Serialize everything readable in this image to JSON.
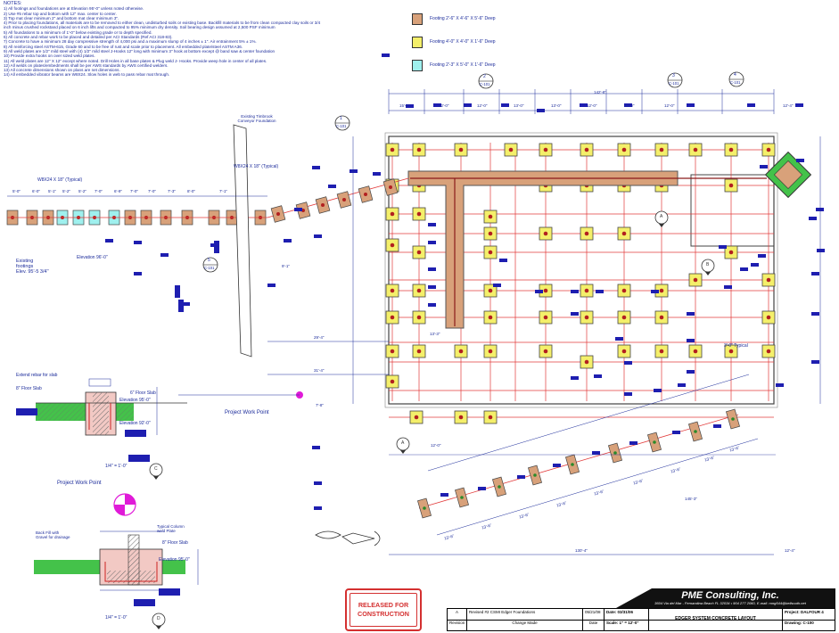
{
  "notes": {
    "title": "NOTES:",
    "lines": [
      "1)  All footings and foundations are at Elevation 95'-0\" unless noted otherwise.",
      "2)  Use #5 rebar top and bottom with 12\" max. center to center.",
      "3)  Top mat clear minimum 2\" and bottom mat clear minimum 3\".",
      "4)  Prior to placing foundations, all materials are to be removed to either clean, undisturbed soils or existing base. Backfill materials to be from clean compacted clay soils or 3/4",
      "     inch minus crushed rockstand placed on 6 inch lifts and compacted to 95% minimum dry density.  Soil bearing design assumed at 2,500 PSF minimum",
      "5)  All foundations to a minimum of 1'-0\" below existing grade or to depth specified.",
      "6)  All concrete and rebar work to be placed and detailed per ACI Standards (Ref ACI 318-83).",
      "7)  Concrete to have a minimum 28 day compressive strength of 4,000 psi and a maximum slump of 4 inches ± 1\".  Air entrainment 5% ± 1%.",
      "8)  All reinforcing steel ASTM-615, Grade 60 and to be free of rust and scale prior to placement. All embedded plate/steel ASTM A36.",
      "9)  All weld plates are 1/2\" mild steel with (4) 1/2\" mild steel J-Hooks 12\" long with minimum 3\" hook at bottom except @ band saw & center foundation",
      "10)  Provide extra hooks on over sized weld plates.",
      "11)  All weld plates are 12\" X 12\" except where noted.  Drill Holes in all base plates & Plug weld J- Hooks.  Provide weep hole in center of all plates.",
      "12)  All welds on plates/embedments shall be per AWS standards by AWS certified welders.",
      "13)  All concrete dimensions shown on plans are net dimensions.",
      "14)  All embedded vibrator beams are W8X24.  Slow holes in web to pass rebar mat through."
    ]
  },
  "legend": [
    {
      "label": "Footing 2'-6\" X 4'-6\" X 5'-6\" Deep",
      "color": "#d8a17a"
    },
    {
      "label": "Footing 4'-0\" X 4'-0\" X 1'-6\" Deep",
      "color": "#f4ef6a"
    },
    {
      "label": "Footing 2'-3\" X 5'-0\" X 1'-6\" Deep",
      "color": "#9ff0ee"
    }
  ],
  "labels": {
    "existing_conveyor": "Existing Timbrook\nConveyor Foundation",
    "w8x24_typ_left": "W8X24 X 18\" (Typical)",
    "w8x24_typ_mid": "W8X24 X 18\" (Typical)",
    "existing_footings": "Existing\nfootings\nElev. 95'-5 3/4\"",
    "elevation_96": "Elevation 96'-0\"",
    "project_work_point": "Project Work Point",
    "project_work_point_2": "Project Work Point",
    "extend_rebar": "Extend rebar for slab",
    "floor_slab_8_left": "8\" Floor Slab",
    "floor_slab_6": "6\" Floor Slab",
    "elevation_95_a": "Elevation 95'-0\"",
    "elevation_92": "Elevation 92'-0\"",
    "backfill": "Back Fill with\nGravel for drainage",
    "typical_column": "Typical Column\nweld Plate",
    "floor_slab_8_bot": "8\" Floor Slab",
    "elevation_95_b": "Elevation 95'-0\"",
    "scale_a": "1/4\" = 1'-0\"",
    "scale_b": "1/4\" = 1'-0\"",
    "typical_3_0": "3'-0\" Typical",
    "overall_top": "142'-8\"",
    "overall_bottom": "130'-4\"",
    "dim_145": "145'-3\"",
    "dim_29_4": "29'-4\"",
    "dim_31_4": "31'-4\"",
    "dim_13_3": "13'-3\"",
    "dim_9_1": "9'-1\"",
    "dim_12_0_a": "12'-0\"",
    "dim_12_4": "12'-4\"",
    "dim_7_8": "7'-8\""
  },
  "dims_top": [
    "15'-0\"",
    "12'-0\"",
    "12'-0\"",
    "13'-0\"",
    "13'-0\"",
    "12'-0\"",
    "13'-0\"",
    "12'-0\"",
    "12'-4\""
  ],
  "dims_left": [
    "5'-0\"",
    "6'-0\"",
    "5'-1\"",
    "5'-2\"",
    "5'-2\"",
    "7'-0\"",
    "6'-9\"",
    "7'-0\"",
    "7'-0\"",
    "7'-3\"",
    "8'-0\"",
    "7'-1\""
  ],
  "dims_diag": [
    "13'-6\"",
    "13'-6\"",
    "13'-6\"",
    "13'-6\"",
    "13'-6\"",
    "13'-6\"",
    "13'-6\"",
    "13'-6\"",
    "13'-6\""
  ],
  "callouts": [
    {
      "num": "1",
      "sheet": "C-101"
    },
    {
      "num": "2",
      "sheet": "C-101"
    },
    {
      "num": "3",
      "sheet": "C-101"
    },
    {
      "num": "4",
      "sheet": "C-101"
    },
    {
      "num": "5",
      "sheet": "C-101"
    }
  ],
  "sections": [
    "A",
    "B",
    "C",
    "D"
  ],
  "stamp": {
    "line1": "RELEASED FOR",
    "line2": "CONSTRUCTION"
  },
  "titleblock": {
    "company": "PME Consulting, Inc.",
    "address": "3604 Via del Mar - Fernandina Beach FL 32034  •  904 277 2060,  E-mail: rong544@bellsouth.net",
    "rev": "A",
    "rev_desc": "Revised #2 CSMI Edger Foundations",
    "rev_date": "05/21/08",
    "revision_hdr": "Revision",
    "change_hdr": "Change Made",
    "date_hdr": "Date",
    "date_label": "Date: 03/31/06",
    "scale_label": "Scale:  1\" = 12'-0\"",
    "drawing_title": "EDGER SYSTEM CONCRETE LAYOUT",
    "project": "Project: DALFOUR 4",
    "drawing": "Drawing: C-100"
  },
  "colors": {
    "line": "#1a2a9a",
    "grid_red": "#e23b3b",
    "footing_yellow": "#f4ef6a",
    "footing_tan": "#d8a17a",
    "footing_cyan": "#9ff0ee",
    "callout_blue": "#1e1eb0",
    "green": "#44c24a",
    "magenta": "#e01ad8"
  }
}
